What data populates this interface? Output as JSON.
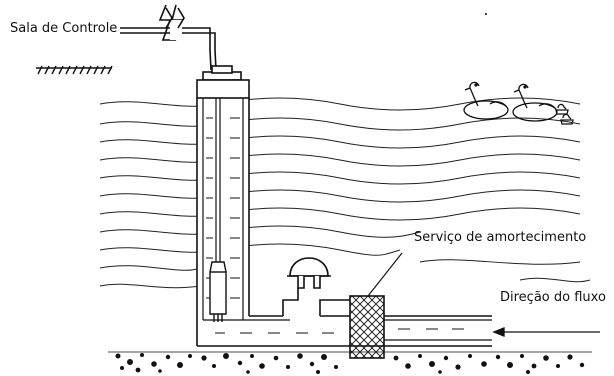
{
  "labels": {
    "control_room": "Sala de Controle",
    "damping_service": "Serviço de amortecimento",
    "flow_direction": "Direção do fluxo"
  }
}
